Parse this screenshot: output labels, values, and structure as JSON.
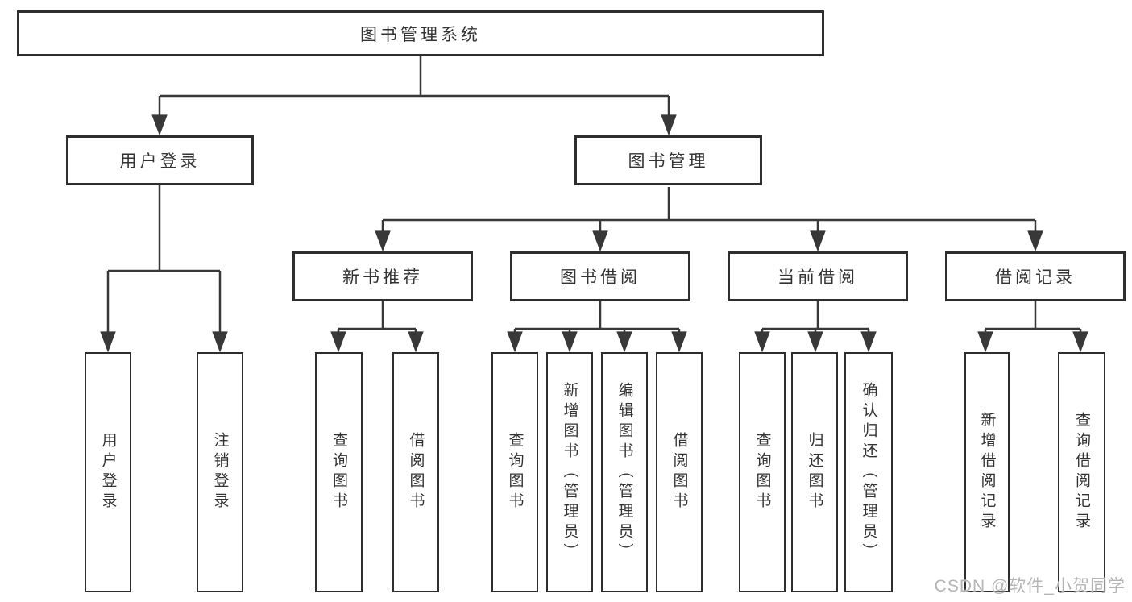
{
  "tree": {
    "label": "图书管理系统",
    "children": [
      {
        "label": "用户登录",
        "children": [
          {
            "label": "用户登录"
          },
          {
            "label": "注销登录"
          }
        ]
      },
      {
        "label": "图书管理",
        "children": [
          {
            "label": "新书推荐",
            "children": [
              {
                "label": "查询图书"
              },
              {
                "label": "借阅图书"
              }
            ]
          },
          {
            "label": "图书借阅",
            "children": [
              {
                "label": "查询图书"
              },
              {
                "label": "新增图书（管理员）"
              },
              {
                "label": "编辑图书（管理员）"
              },
              {
                "label": "借阅图书"
              }
            ]
          },
          {
            "label": "当前借阅",
            "children": [
              {
                "label": "查询图书"
              },
              {
                "label": "归还图书"
              },
              {
                "label": "确认归还（管理员）"
              }
            ]
          },
          {
            "label": "借阅记录",
            "children": [
              {
                "label": "新增借阅记录"
              },
              {
                "label": "查询借阅记录"
              }
            ]
          }
        ]
      }
    ]
  },
  "watermark": {
    "text": "CSDN @软件_小贺同学"
  },
  "colors": {
    "line": "#383838",
    "box_border": "#2e2e2e",
    "text": "#333333",
    "watermark": "#b5b5b5",
    "background": "#ffffff"
  }
}
